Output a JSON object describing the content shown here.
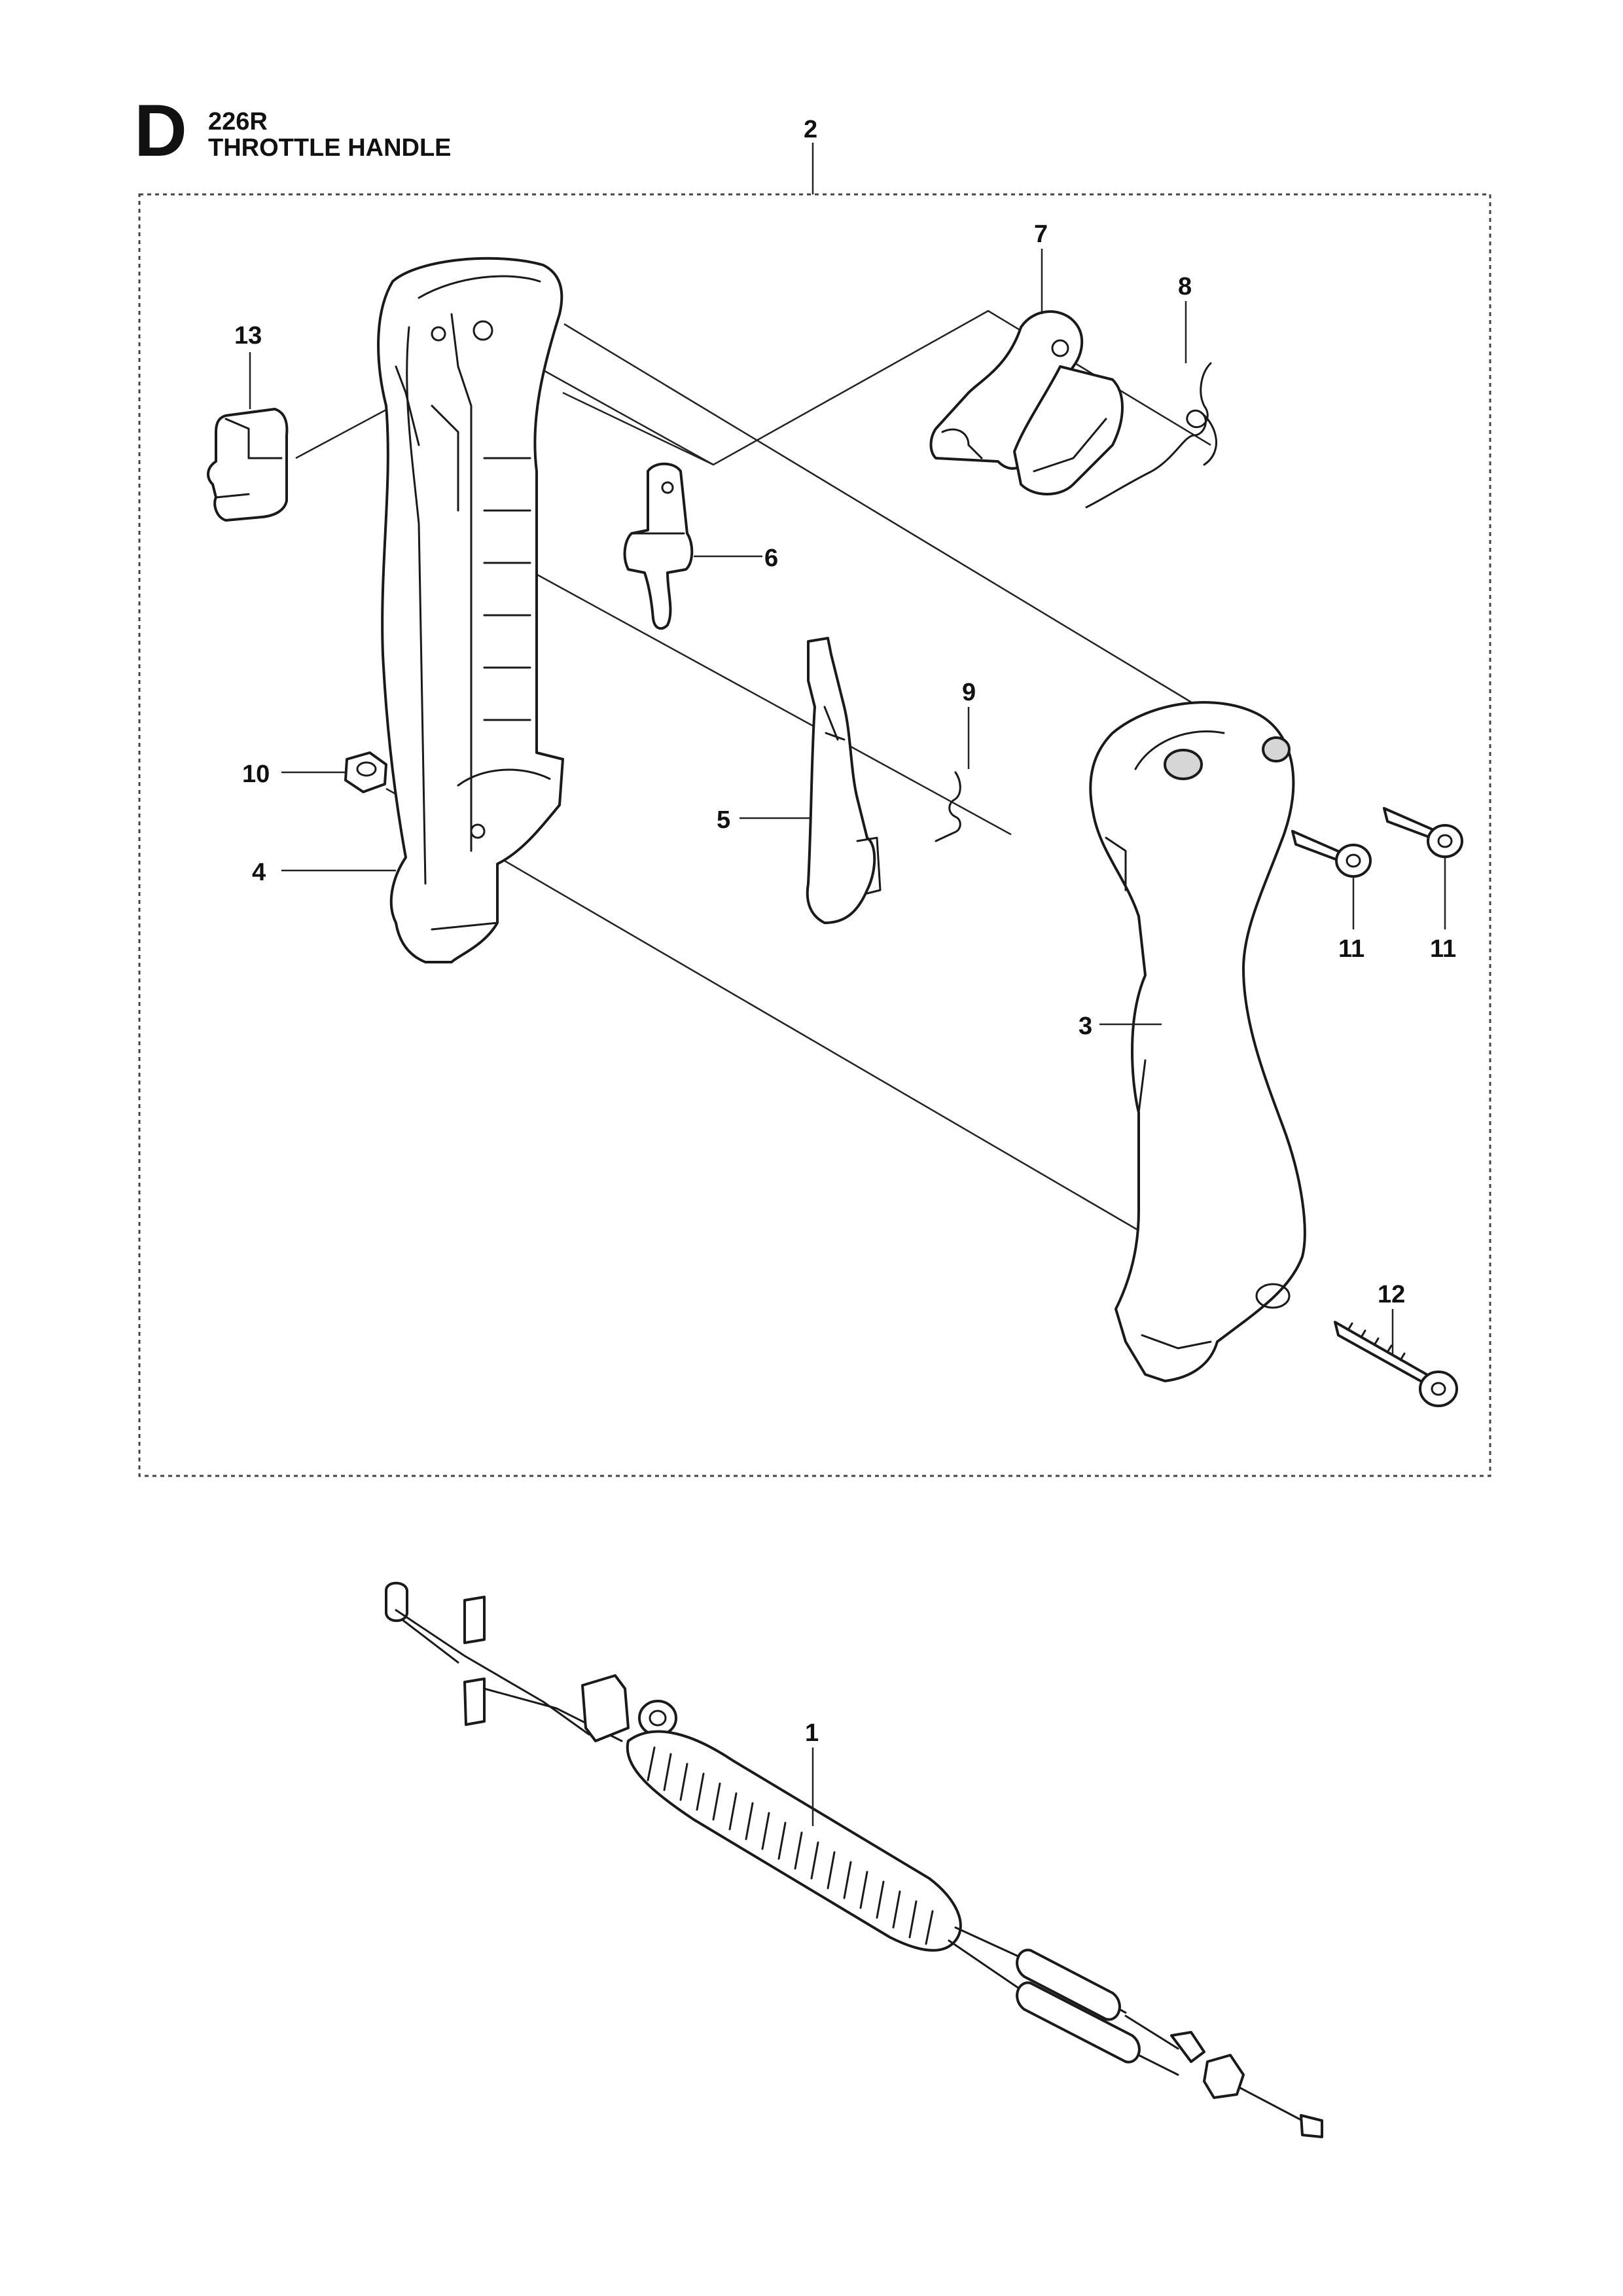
{
  "header": {
    "section_letter": "D",
    "model": "226R",
    "title": "THROTTLE HANDLE"
  },
  "callouts": {
    "c1": "1",
    "c2": "2",
    "c3": "3",
    "c4": "4",
    "c5": "5",
    "c6": "6",
    "c7": "7",
    "c8": "8",
    "c9": "9",
    "c10": "10",
    "c11a": "11",
    "c11b": "11",
    "c12": "12",
    "c13": "13"
  }
}
